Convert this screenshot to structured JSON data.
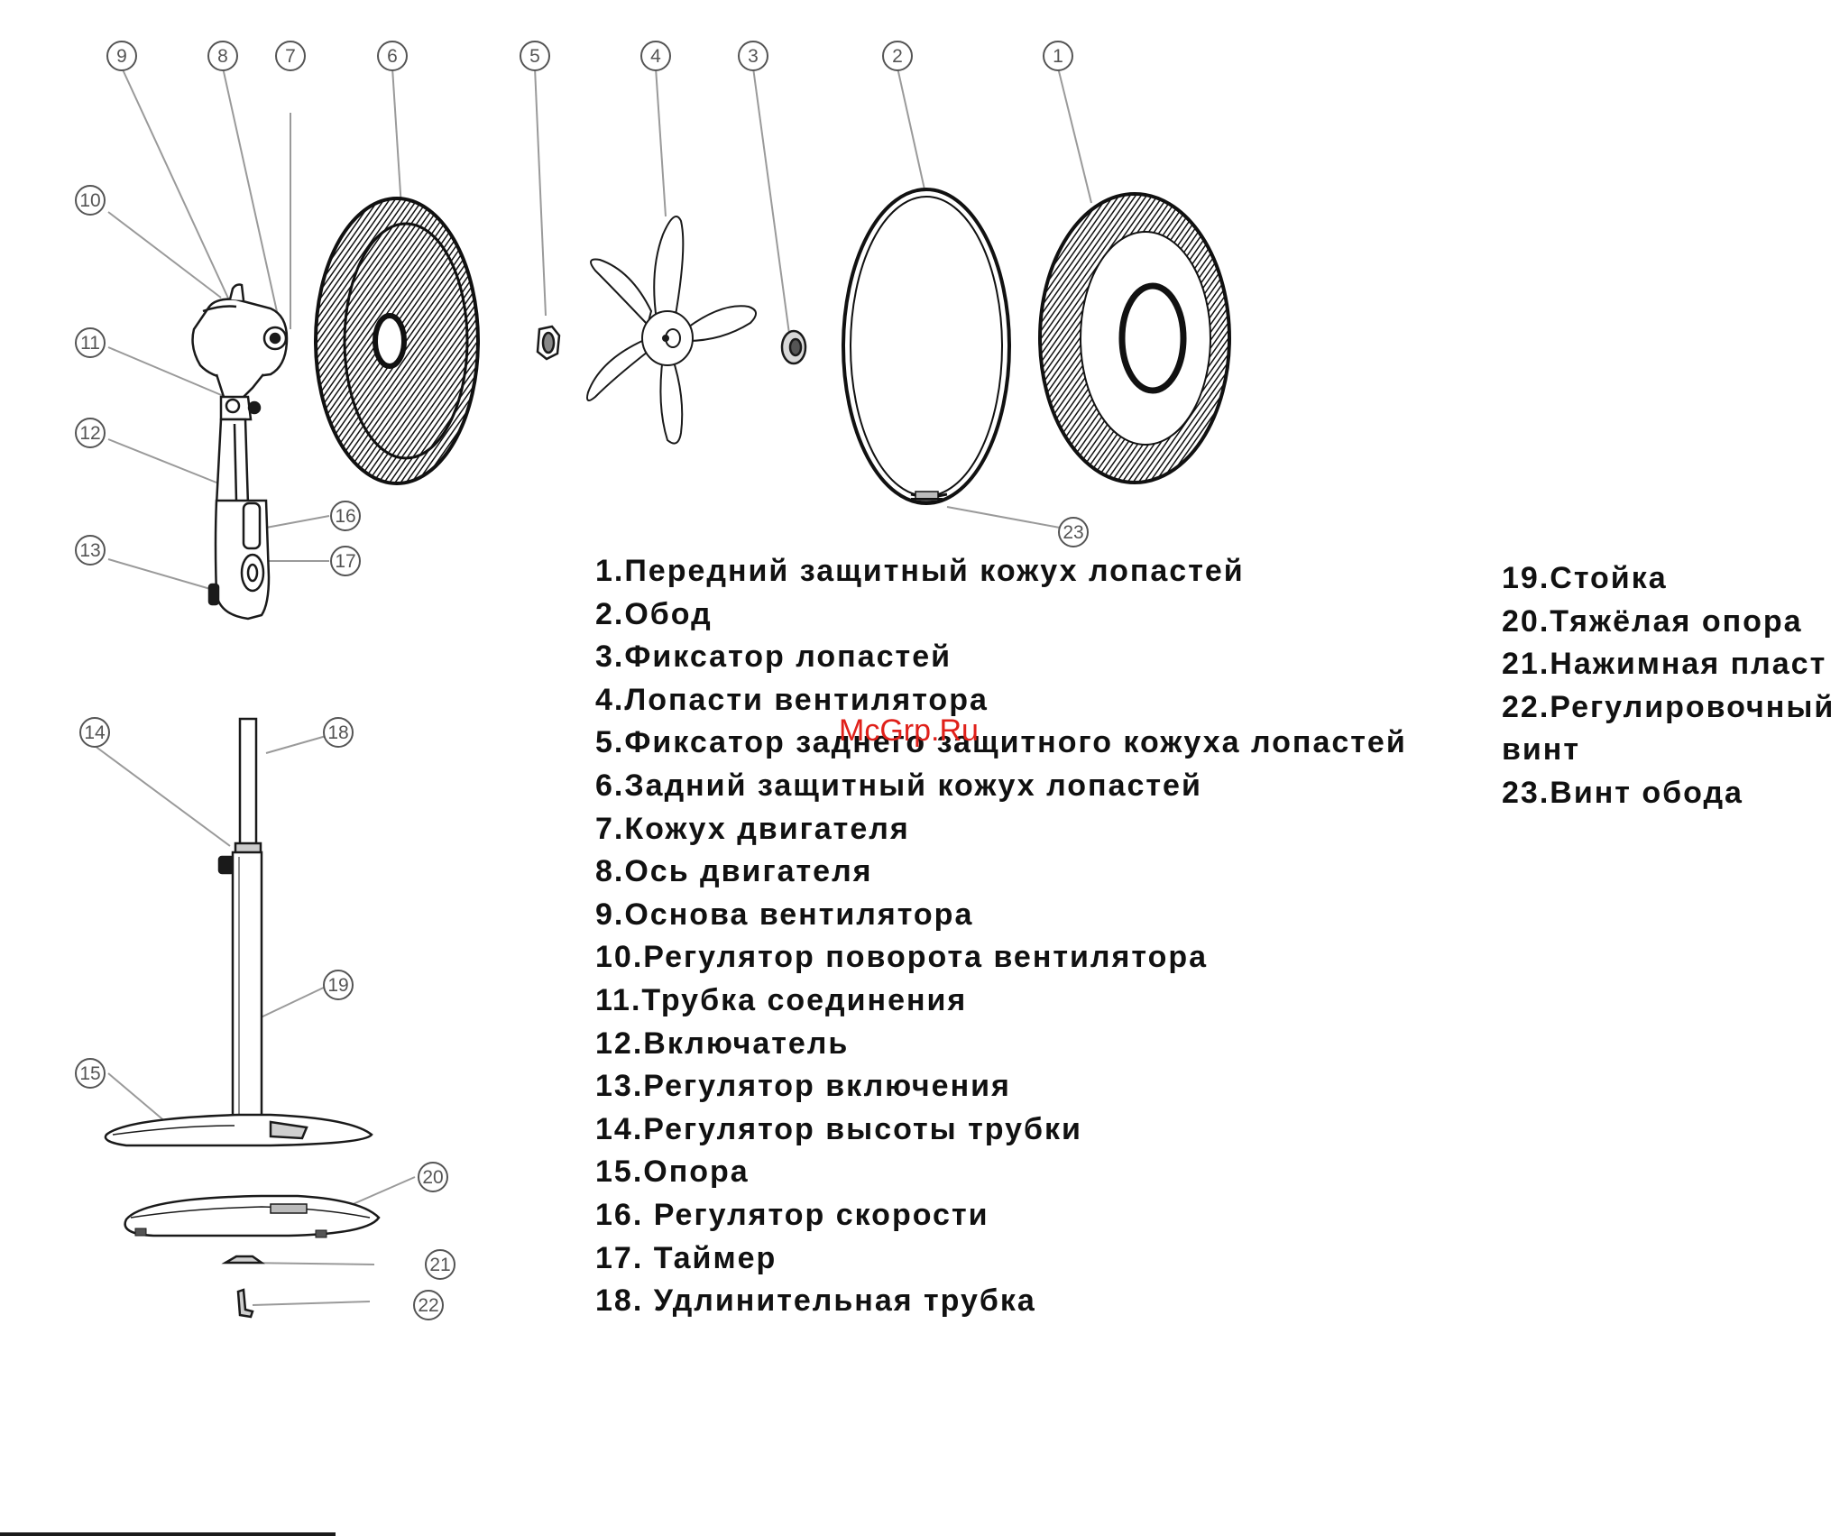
{
  "legend_left": [
    "1.Передний защитный кожух лопастей",
    "2.Обод",
    "3.Фиксатор лопастей",
    "4.Лопасти вентилятора",
    "5.Фиксатор заднего защитного кожуха лопастей",
    "6.Задний защитный кожух лопастей",
    "7.Кожух двигателя",
    "8.Ось двигателя",
    "9.Основа вентилятора",
    "10.Регулятор поворота вентилятора",
    "11.Трубка соединения",
    "12.Включатель",
    "13.Регулятор включения",
    "14.Регулятор высоты трубки",
    "15.Опора",
    "16. Регулятор скорости",
    "17. Таймер",
    "18. Удлинительная трубка"
  ],
  "legend_right": [
    "19.Стойка",
    "20.Тяжёлая опора",
    "21.Нажимная пласт",
    "22.Регулировочный",
    "винт",
    "23.Винт обода"
  ],
  "watermark": "McGrp.Ru",
  "callout_numbers": [
    "1",
    "2",
    "3",
    "4",
    "5",
    "6",
    "7",
    "8",
    "9",
    "10",
    "11",
    "12",
    "13",
    "14",
    "15",
    "16",
    "17",
    "18",
    "19",
    "20",
    "21",
    "22",
    "23"
  ],
  "colors": {
    "text": "#111111",
    "watermark": "#e0201a",
    "line": "#1a1a1a",
    "callout": "#555555"
  }
}
